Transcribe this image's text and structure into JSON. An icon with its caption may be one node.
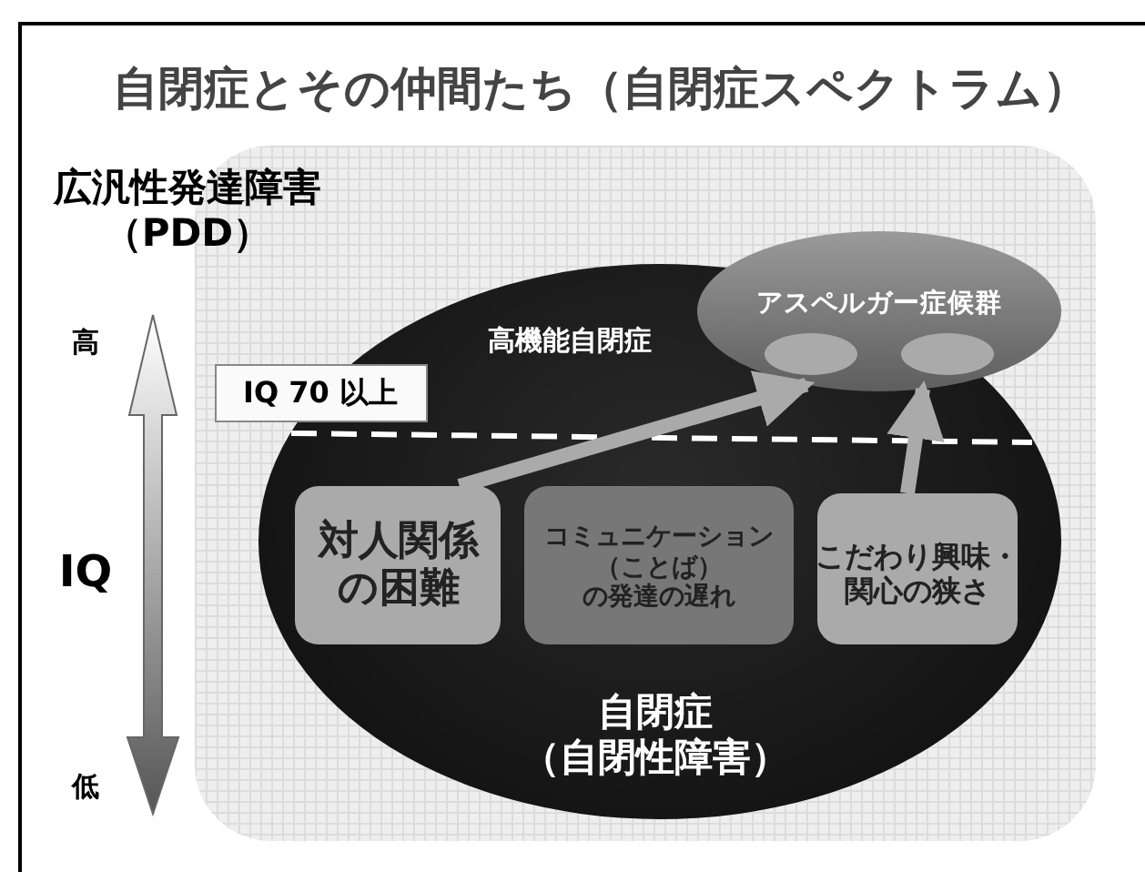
{
  "diagram": {
    "title": "自閉症とその仲間たち（自閉症スペクトラム）",
    "nodes": [
      {
        "text": [
          "広汎性発達障害（PDD）"
        ]
      },
      {
        "text": [
          "高機能自閉症",
          "自閉症（自閉性障害）"
        ],
        "in": 0
      },
      {
        "text": [
          "アスペルガー症候群"
        ],
        "in": 0
      },
      {
        "text": [],
        "shape": "ellipse"
      },
      {
        "text": [],
        "shape": "ellipse"
      },
      {
        "text": [
          "対人関係の困難"
        ],
        "in": 1
      },
      {
        "text": [
          "コミュニケーション（ことば）の発達の遅れ"
        ],
        "in": 1
      },
      {
        "text": [
          "こだわり興味・関心の狭さ"
        ],
        "in": 1
      },
      {
        "text": [
          "IQ 70 以上"
        ],
        "in": 0
      }
    ],
    "edges": [
      {
        "from": 5,
        "to": 2,
        "arrow": "to"
      },
      {
        "from": 7,
        "to": 2,
        "arrow": "to"
      }
    ],
    "labels": [
      "高",
      "IQ",
      "低"
    ]
  }
}
